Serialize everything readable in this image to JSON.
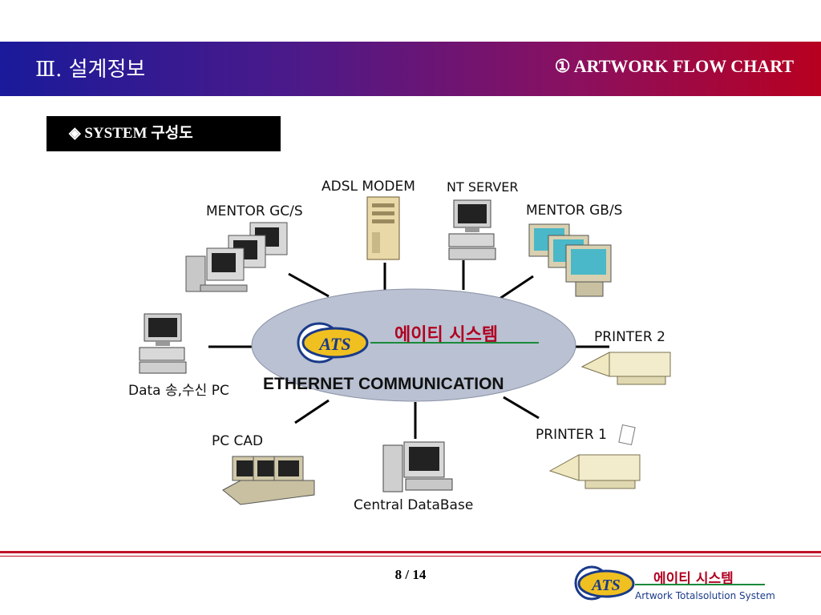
{
  "header": {
    "section": "Ⅲ. 설계정보",
    "title": "① ARTWORK FLOW CHART"
  },
  "system_box": "◈ SYSTEM 구성도",
  "hub": {
    "logo": "ATS",
    "company_kr": "에이티 시스템",
    "label": "ETHERNET  COMMUNICATION"
  },
  "nodes": {
    "adsl_modem": "ADSL MODEM",
    "nt_server": "NT SERVER",
    "mentor_gcs": "MENTOR GC/S",
    "mentor_gbs": "MENTOR GB/S",
    "data_pc": "Data 송,수신 PC",
    "printer2": "PRINTER 2",
    "printer1": "PRINTER 1",
    "pc_cad": "PC CAD",
    "central_db": "Central DataBase"
  },
  "footer": {
    "page": "8 / 14",
    "logo": "ATS",
    "company_kr": "에이티 시스템",
    "tagline": "Artwork Totalsolution System"
  },
  "colors": {
    "accent_red": "#c0102a",
    "ellipse": "#b7c0d0",
    "logo_blue": "#1a3a8a",
    "logo_yellow": "#f0c020"
  }
}
